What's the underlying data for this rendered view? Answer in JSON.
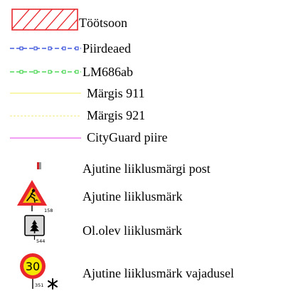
{
  "legend": {
    "items": [
      {
        "id": "tootsoon",
        "label": "Töötsoon",
        "symbol": "hatched-red-area",
        "color": "#e8262b"
      },
      {
        "id": "piirdeaed",
        "label": "Piirdeaed",
        "symbol": "dashed-line-with-squares",
        "color": "#1f3ad6"
      },
      {
        "id": "lm686ab",
        "label": "LM686ab",
        "symbol": "dashed-line-with-squares",
        "color": "#2fd13a"
      },
      {
        "id": "margis911",
        "label": "Märgis 911",
        "symbol": "solid-line",
        "color": "#f4f27a"
      },
      {
        "id": "margis921",
        "label": "Märgis 921",
        "symbol": "dashed-line",
        "color": "#f0ea7a"
      },
      {
        "id": "cityguard",
        "label": "CityGuard piire",
        "symbol": "solid-line",
        "color": "#ee7ef0"
      },
      {
        "id": "post",
        "label": "Ajutine liiklusmärgi post",
        "symbol": "post-marker",
        "color": "#d0242a"
      },
      {
        "id": "ajutine-mark",
        "label": "Ajutine liiklusmärk",
        "symbol": "roadworks-warning-sign",
        "code": "158"
      },
      {
        "id": "olevmark",
        "label": "Ol.olev liiklusmärk",
        "symbol": "tree-square-sign",
        "code": "544"
      },
      {
        "id": "vajadusel",
        "label": "Ajutine liiklusmärk vajadusel",
        "symbol": "speed-limit-sign",
        "sign_value": "30",
        "code": "351"
      }
    ]
  }
}
